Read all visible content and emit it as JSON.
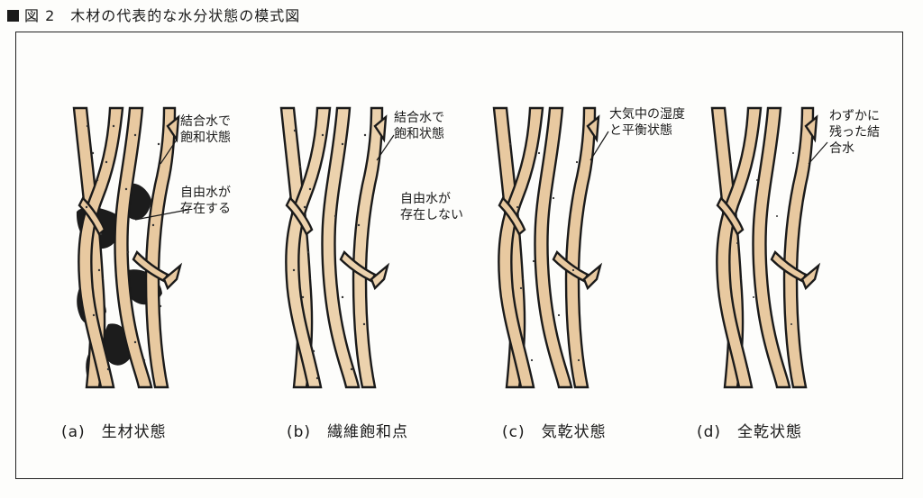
{
  "figure": {
    "title": "図 2　木材の代表的な水分状態の模式図"
  },
  "colors": {
    "wood": "#e8c9a0",
    "outline": "#1a1a1a",
    "free_water": "#1c1c1c"
  },
  "panels": [
    {
      "caption": "(a)　生材状態",
      "labels": [
        "結合水で",
        "飽和状態",
        "自由水が",
        "存在する"
      ]
    },
    {
      "caption": "(b)　繊維飽和点",
      "labels": [
        "結合水で",
        "飽和状態",
        "自由水が",
        "存在しない"
      ]
    },
    {
      "caption": "(c)　気乾状態",
      "labels": [
        "大気中の湿度",
        "と平衡状態"
      ]
    },
    {
      "caption": "(d)　全乾状態",
      "labels": [
        "わずかに",
        "残った結",
        "合水"
      ]
    }
  ]
}
